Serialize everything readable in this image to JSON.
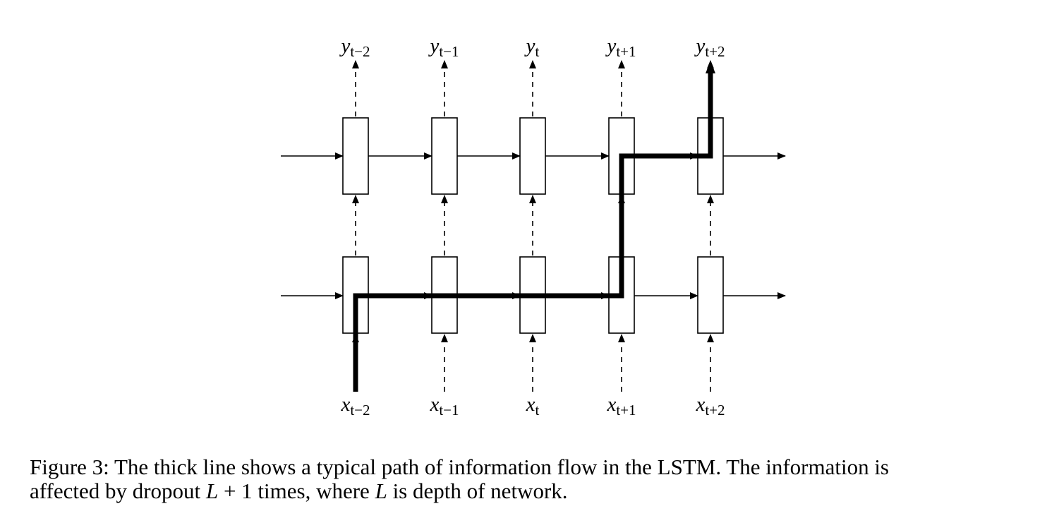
{
  "diagram": {
    "output_labels": [
      {
        "base": "y",
        "sub": "t−2"
      },
      {
        "base": "y",
        "sub": "t−1"
      },
      {
        "base": "y",
        "sub": "t"
      },
      {
        "base": "y",
        "sub": "t+1"
      },
      {
        "base": "y",
        "sub": "t+2"
      }
    ],
    "input_labels": [
      {
        "base": "x",
        "sub": "t−2"
      },
      {
        "base": "x",
        "sub": "t−1"
      },
      {
        "base": "x",
        "sub": "t"
      },
      {
        "base": "x",
        "sub": "t+1"
      },
      {
        "base": "x",
        "sub": "t+2"
      }
    ],
    "layers": 2,
    "timesteps": 5
  },
  "caption": {
    "line1": "Figure 3: The thick line shows a typical path of information flow in the LSTM. The information is",
    "line2_a": "affected by dropout ",
    "line2_math1": "L",
    "line2_plus": " + 1",
    "line2_b": " times, where ",
    "line2_math2": "L",
    "line2_c": " is depth of network."
  }
}
